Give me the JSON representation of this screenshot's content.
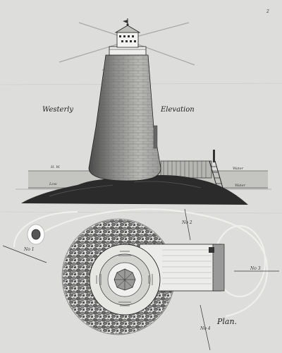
{
  "drawing": {
    "elevation_title_left": "Westerly",
    "elevation_title_right": "Elevation",
    "plan_title": "Plan.",
    "markers": {
      "n1": "No 1",
      "n2": "No 2",
      "n3": "No 3",
      "n4": "No 4"
    },
    "tide_labels": {
      "high_left": "H. W.",
      "low_left": "Low",
      "high_right": "Water",
      "low_right": "Water"
    },
    "sheet_number": "2"
  },
  "colors": {
    "paper": "#dddddb",
    "ink": "#222222",
    "shadow": "#3a3a3a",
    "rock": "#2b2b2b"
  }
}
